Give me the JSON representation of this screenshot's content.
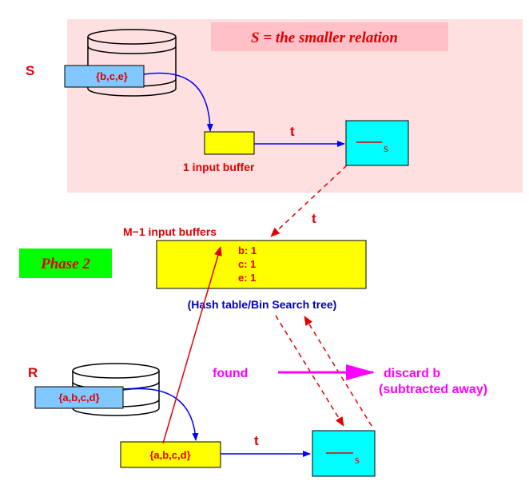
{
  "phase1": {
    "banner": "S = the smaller relation",
    "relation_label": "S",
    "block_text": "{b,c,e}",
    "buffer_label": "1 input buffer",
    "arrow_label": "t",
    "output_mark": "s"
  },
  "middle": {
    "buffers_label": "M−1 input buffers",
    "entries": [
      "b: 1",
      "c: 1",
      "e: 1"
    ],
    "structure_label": "(Hash table/Bin Search tree)",
    "arrow_label": "t"
  },
  "phase2": {
    "phase_label": "Phase 2",
    "relation_label": "R",
    "block_text": "{a,b,c,d}",
    "buffer_text": "{a,b,c,d}",
    "arrow_label": "t",
    "output_mark": "s",
    "found_label": "found",
    "discard_line1": "discard b",
    "discard_line2": "(subtracted away)"
  },
  "colors": {
    "pink_bg": "#ffe0e0",
    "banner_bg": "#ffc0c8",
    "yellow": "#ffff00",
    "cyan": "#00ffff",
    "light_blue": "#80c8ff",
    "green": "#00ff00",
    "red": "#e00000",
    "blue": "#0000ff",
    "magenta": "#ff00ff",
    "dark_blue": "#0000c0"
  }
}
